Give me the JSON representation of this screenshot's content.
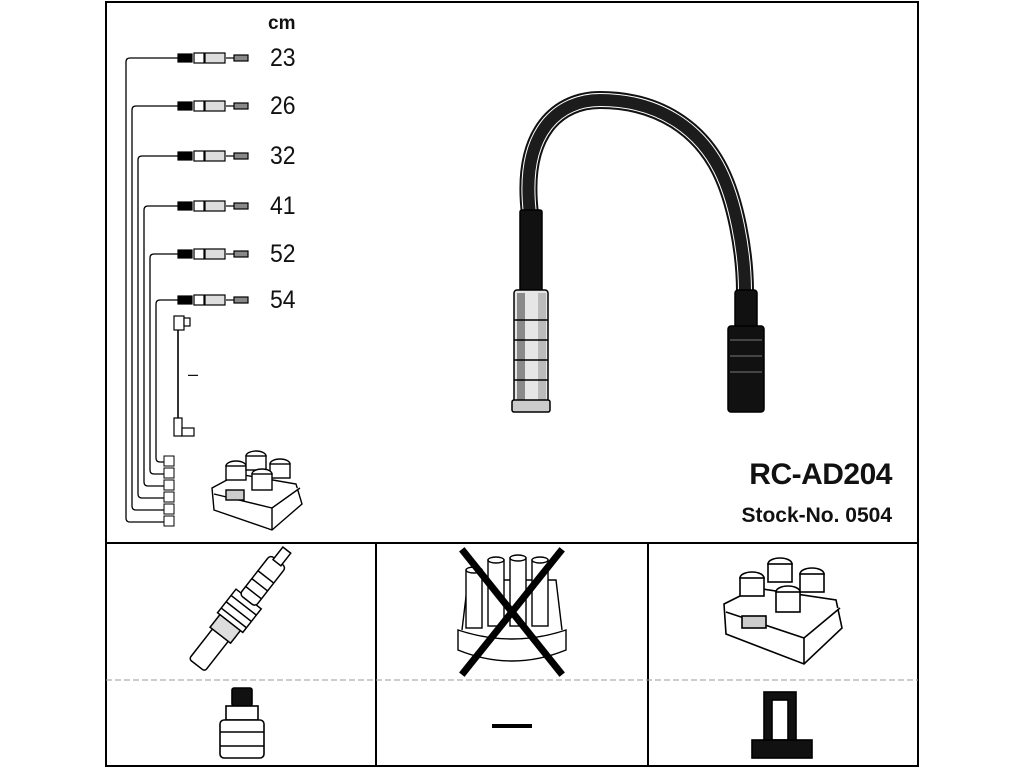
{
  "header": {
    "unit": "cm"
  },
  "wire_lengths": [
    "23",
    "26",
    "32",
    "41",
    "52",
    "54"
  ],
  "extra_wire_length": "–",
  "product": {
    "code": "RC-AD204",
    "stock": "Stock-No. 0504"
  },
  "applications": [
    {
      "name": "spark-plug",
      "supported": true
    },
    {
      "name": "distributor-cap",
      "supported": false
    },
    {
      "name": "ignition-coil",
      "supported": true
    },
    {
      "name": "plug-connector",
      "supported": true
    },
    {
      "name": "none-dash",
      "supported": true
    },
    {
      "name": "coil-connector",
      "supported": true
    }
  ],
  "colors": {
    "line": "#000000",
    "cable": "#1a1a1a",
    "grid": "#444444"
  }
}
